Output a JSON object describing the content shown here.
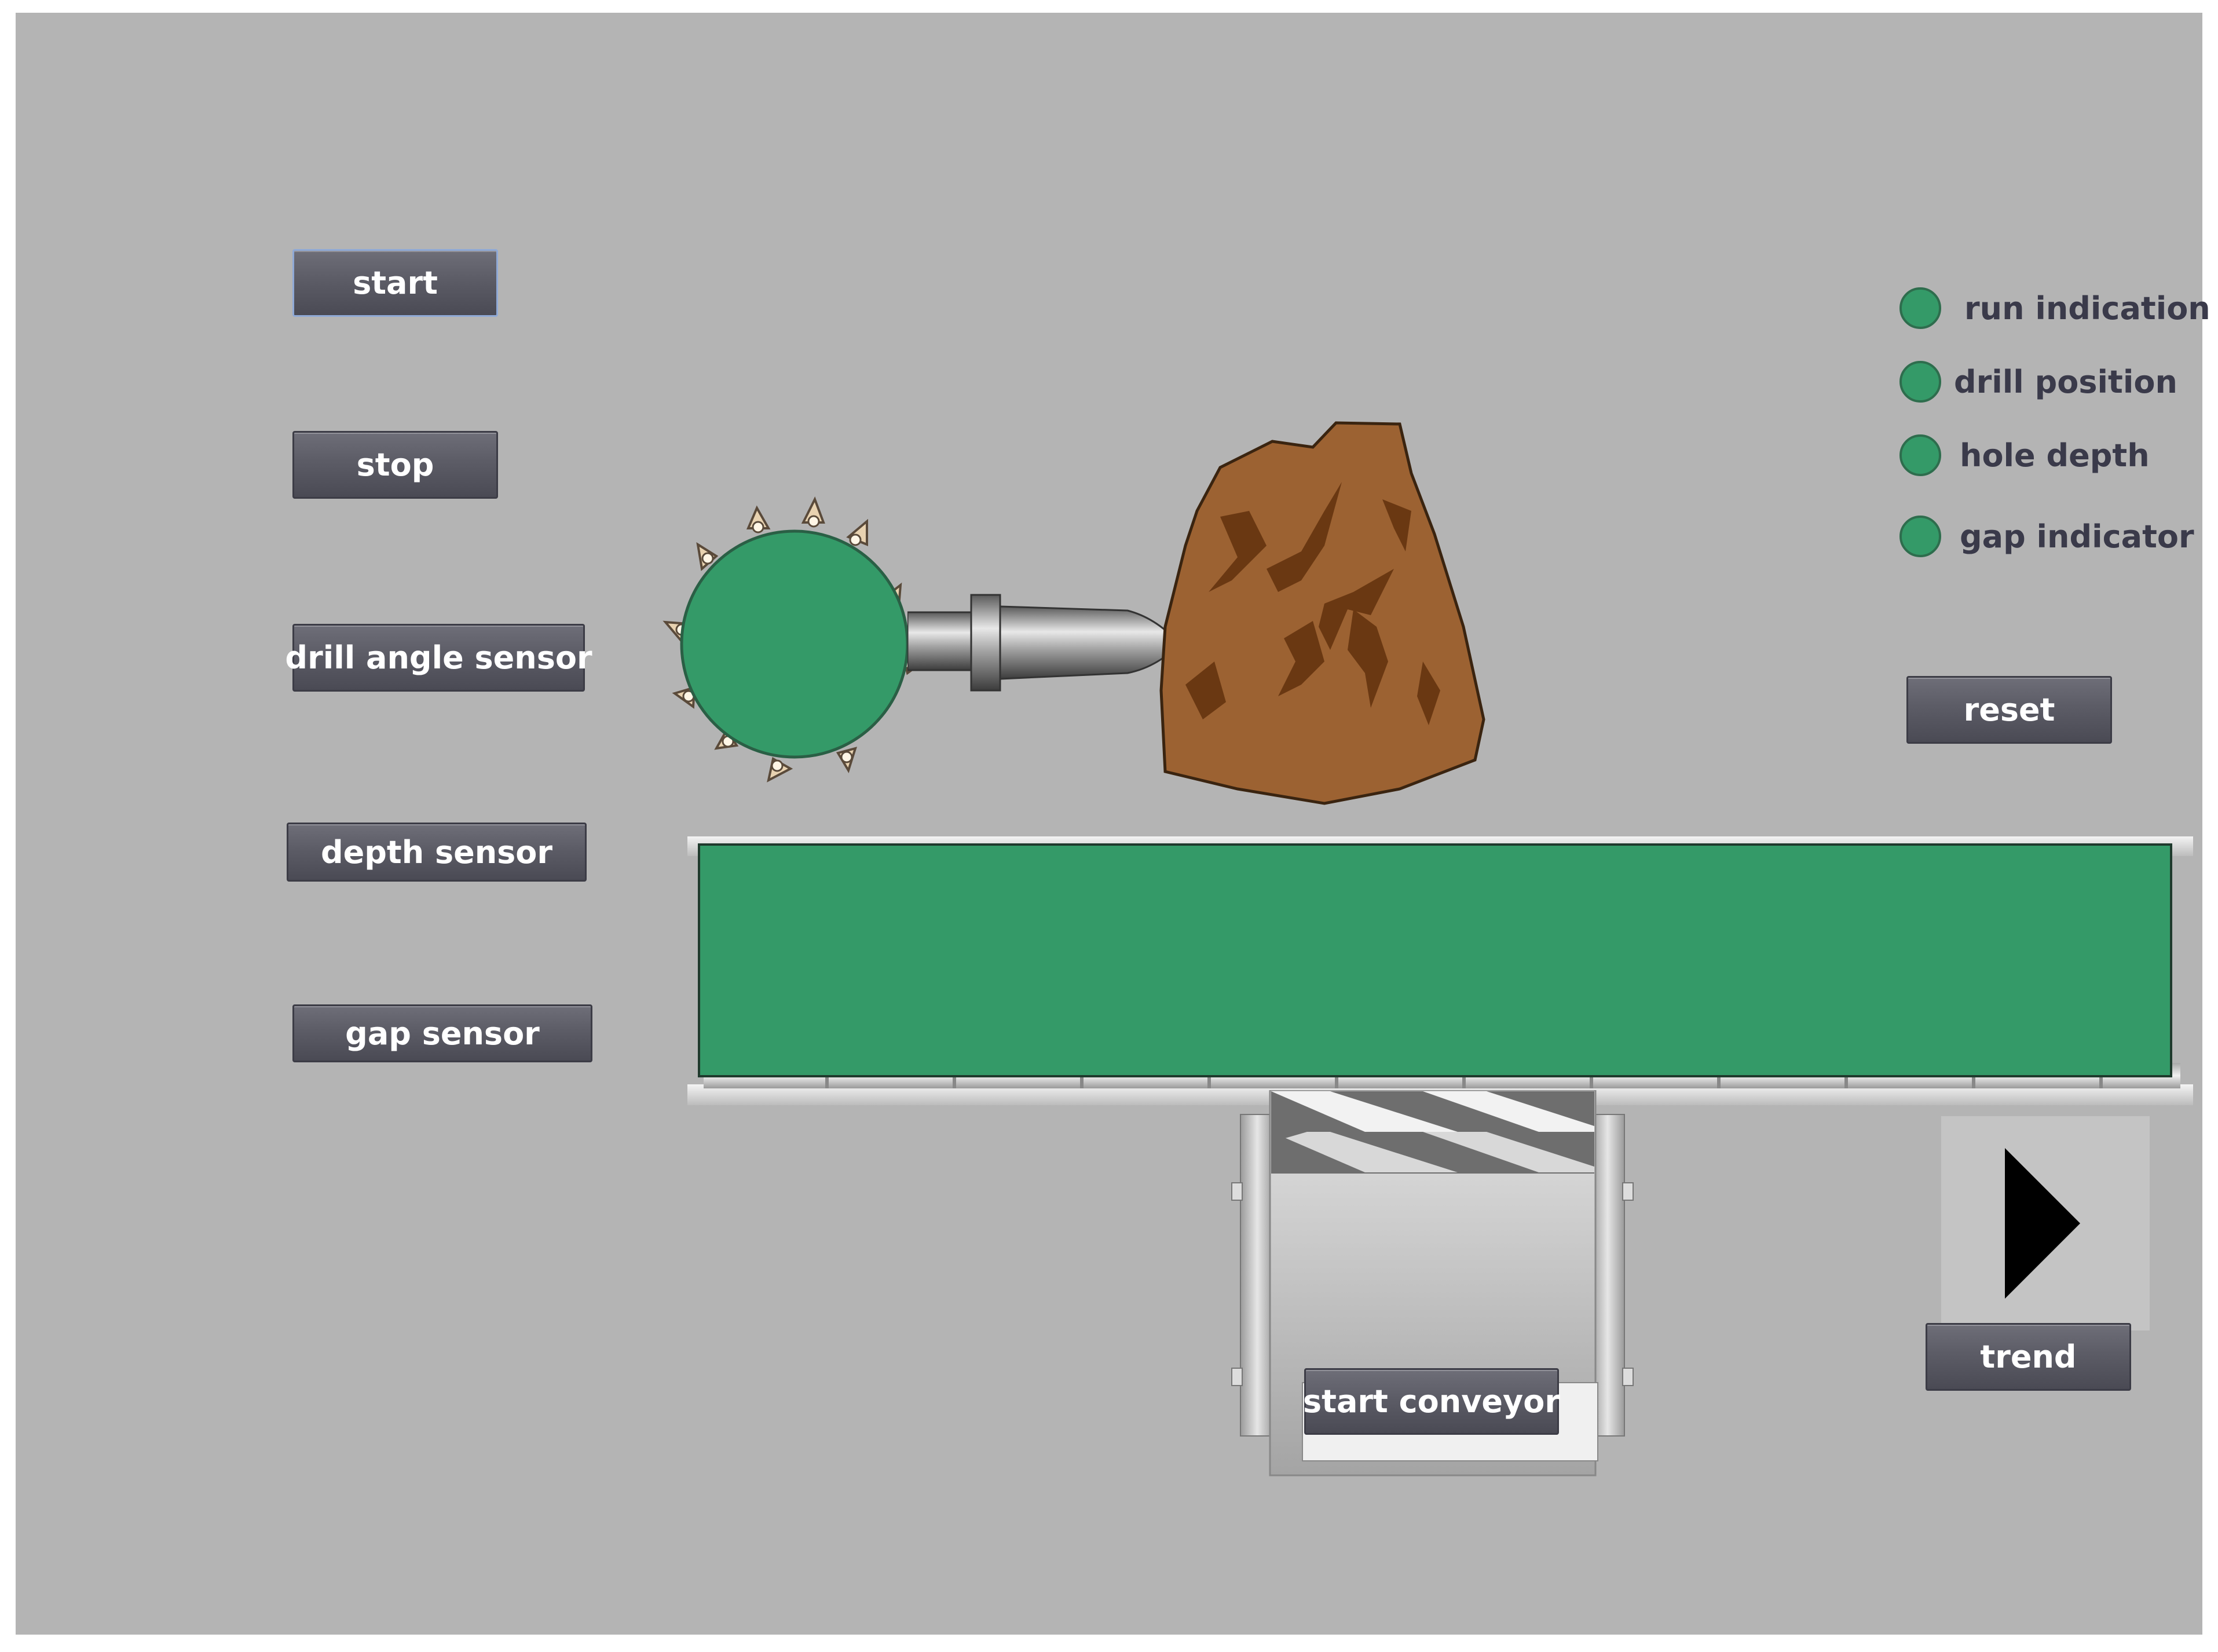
{
  "controls": {
    "start_label": "start",
    "stop_label": "stop",
    "drill_angle_sensor_label": "drill angle sensor",
    "depth_sensor_label": "depth sensor",
    "gap_sensor_label": "gap sensor",
    "reset_label": "reset",
    "trend_label": "trend",
    "start_conveyor_label": "start conveyor"
  },
  "indicators": [
    {
      "label": "run indication",
      "color": "#349a68"
    },
    {
      "label": "drill position",
      "color": "#349a68"
    },
    {
      "label": "hole depth",
      "color": "#349a68"
    },
    {
      "label": "gap indicator",
      "color": "#349a68"
    }
  ],
  "colors": {
    "background": "#b4b4b4",
    "indicator_green": "#349a68",
    "rock_brown": "#9c6232",
    "rock_crack": "#6a3812"
  },
  "icons": {
    "trend": "play-triangle-icon",
    "drill_head": "drill-head-icon",
    "rock": "rock-icon",
    "conveyor": "conveyor-icon",
    "motor": "motor-icon"
  }
}
